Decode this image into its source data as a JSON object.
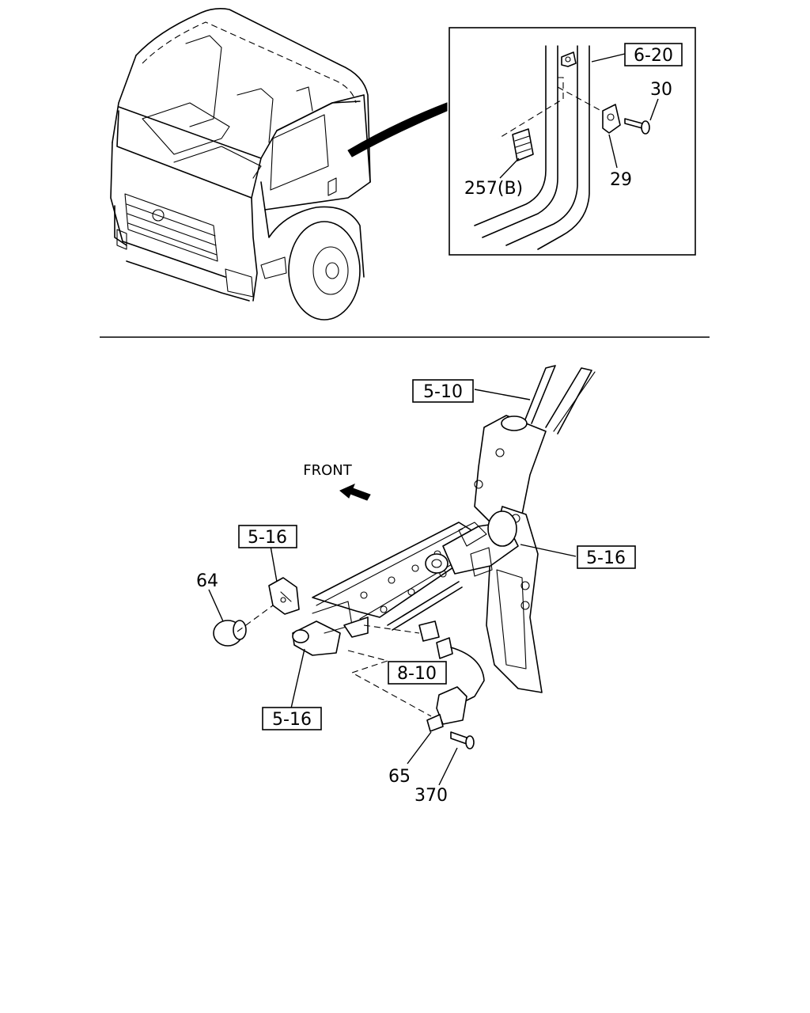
{
  "callouts": {
    "ref_6_20": "6-20",
    "part_30": "30",
    "part_257b": "257(B)",
    "part_29": "29",
    "ref_5_10": "5-10",
    "front": "FRONT",
    "ref_5_16_top": "5-16",
    "part_64": "64",
    "ref_5_16_right": "5-16",
    "ref_8_10": "8-10",
    "ref_5_16_bottom": "5-16",
    "part_65": "65",
    "part_370": "370"
  },
  "icons": {
    "front_arrow": "arrow-up-left-icon"
  }
}
